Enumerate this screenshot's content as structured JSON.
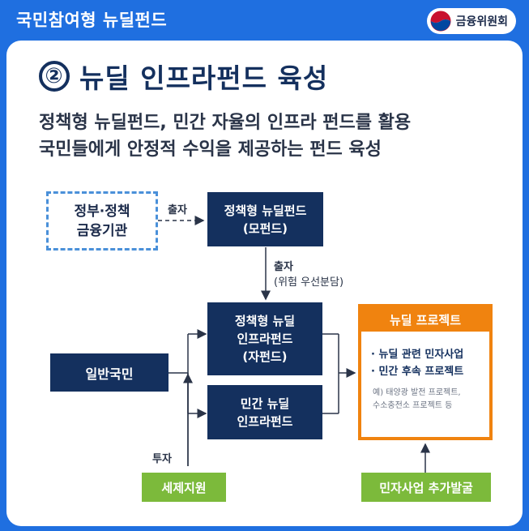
{
  "header": {
    "title": "국민참여형 뉴딜펀드",
    "org": "금융위원회"
  },
  "page": {
    "title_number": "②",
    "title": "뉴딜 인프라펀드 육성",
    "subtitle_lines": [
      "정책형 뉴딜펀드, 민간 자율의 인프라 펀드를 활용",
      "국민들에게 안정적 수익을 제공하는 펀드 육성"
    ]
  },
  "diagram": {
    "gov": [
      "정부·정책",
      "금융기관"
    ],
    "mother_fund": [
      "정책형 뉴딜펀드",
      "(모펀드)"
    ],
    "invest_label": "출자",
    "invest2_label": "출자",
    "invest2_sub": "(위험 우선분담)",
    "child_fund": [
      "정책형 뉴딜",
      "인프라펀드",
      "(자펀드)"
    ],
    "private_fund": [
      "민간 뉴딜",
      "인프라펀드"
    ],
    "public": "일반국민",
    "invest_public_label": "투자",
    "tax_support": "세제지원",
    "project_title": "뉴딜 프로젝트",
    "project_items": [
      "· 뉴딜 관련 민자사업",
      "· 민간 후속 프로젝트"
    ],
    "project_examples": [
      "예) 태양광 발전 프로젝트,",
      "수소충전소 프로젝트 등"
    ],
    "discover": "민자사업 추가발굴"
  }
}
